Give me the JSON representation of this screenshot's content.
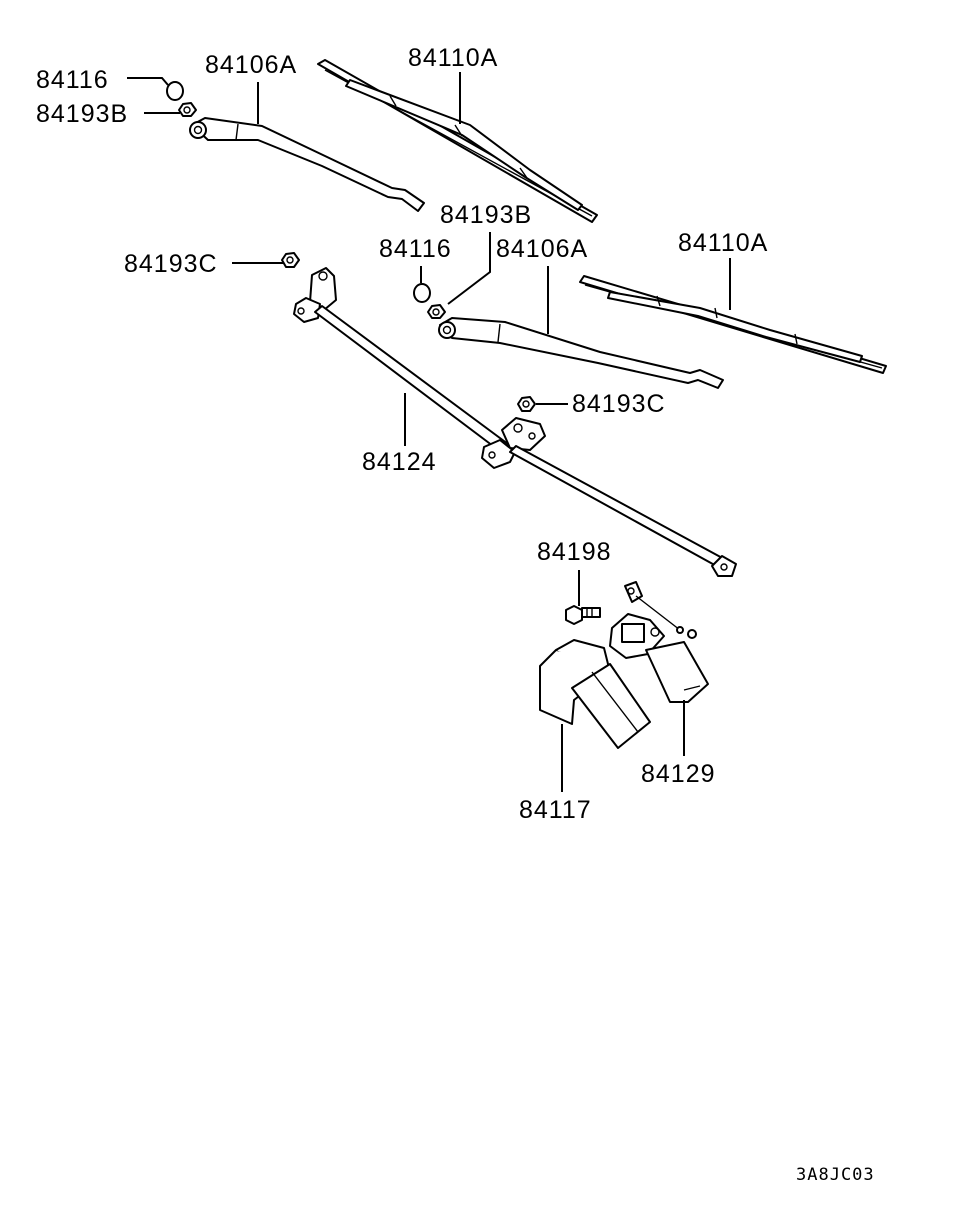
{
  "diagram": {
    "labels": {
      "nut_cap_left": "84116",
      "nut_left": "84193B",
      "arm_left": "84106A",
      "blade_left": "84110A",
      "link_nut_left": "84193C",
      "nut_right": "84193B",
      "nut_cap_right": "84116",
      "arm_right": "84106A",
      "blade_right": "84110A",
      "link_nut_right": "84193C",
      "linkage": "84124",
      "bolt": "84198",
      "motor": "84129",
      "motor_cover": "84117"
    },
    "drawing_code": "3A8JC03"
  }
}
